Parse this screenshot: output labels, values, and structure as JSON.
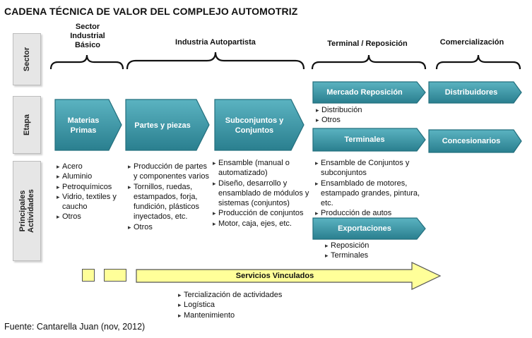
{
  "title": "CADENA TÉCNICA DE VALOR DEL COMPLEJO AUTOMOTRIZ",
  "source": "Fuente: Cantarella Juan (nov, 2012)",
  "colors": {
    "arrow_fill": "#2e8fa0",
    "arrow_fill_light": "#4aa9b8",
    "services_fill": "#ffff99",
    "label_bg": "#e6e6e6"
  },
  "row_labels": {
    "sector": "Sector",
    "etapa": "Etapa",
    "actividades": [
      "Principales",
      "Actividades"
    ]
  },
  "sectors": {
    "basico": [
      "Sector",
      "Industrial",
      "Básico"
    ],
    "autopartista": "Industria Autopartista",
    "terminal": "Terminal / Reposición",
    "comercializacion": "Comercialización"
  },
  "stages": {
    "materias": [
      "Materias",
      "Primas"
    ],
    "partes": "Partes y piezas",
    "subconjuntos": [
      "Subconjuntos y",
      "Conjuntos"
    ],
    "mercado": "Mercado Reposición",
    "terminales": "Terminales",
    "exportaciones": "Exportaciones",
    "distribuidores": "Distribuidores",
    "concesionarios": "Concesionarios"
  },
  "activities": {
    "materias": [
      "Acero",
      "Aluminio",
      "Petroquímicos",
      "Vidrio, textiles y caucho",
      "Otros"
    ],
    "partes": [
      "Producción de partes y componentes varios",
      "Tornillos, ruedas, estampados, forja, fundición, plásticos inyectados, etc.",
      "Otros"
    ],
    "subconjuntos": [
      "Ensamble (manual o automatizado)",
      "Diseño, desarrollo y ensamblado de módulos y sistemas (conjuntos)",
      "Producción de conjuntos",
      "Motor, caja, ejes, etc."
    ],
    "mercado": [
      "Distribución",
      "Otros"
    ],
    "terminales": [
      "Ensamble de Conjuntos y subconjuntos",
      "Ensamblado de motores, estampado grandes, pintura, etc.",
      "Producción de autos"
    ],
    "exportaciones": [
      "Reposición",
      "Terminales"
    ]
  },
  "services": {
    "label": "Servicios Vinculados",
    "items": [
      "Tercialización de actividades",
      "Logística",
      "Mantenimiento"
    ]
  }
}
